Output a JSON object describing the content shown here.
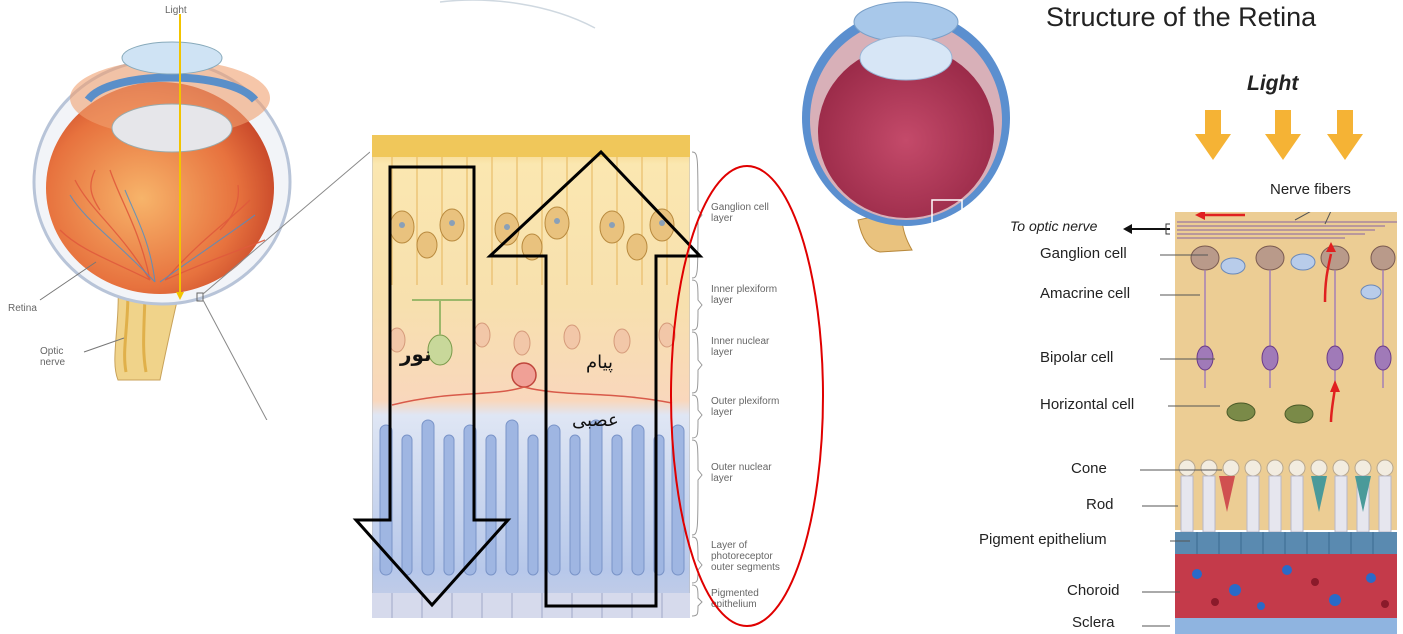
{
  "left_eye": {
    "light_label": "Light",
    "retina_label": "Retina",
    "optic_nerve_label": "Optic nerve"
  },
  "middle_section": {
    "layers": [
      {
        "label": "Ganglion cell layer"
      },
      {
        "label": "Inner plexiform layer"
      },
      {
        "label": "Inner nuclear layer"
      },
      {
        "label": "Outer plexiform layer"
      },
      {
        "label": "Outer nuclear layer"
      },
      {
        "label": "Layer of photoreceptor outer segments"
      },
      {
        "label": "Pigmented epithelium"
      }
    ],
    "down_arrow_label": "نور",
    "up_arrow_label_1": "پیام",
    "up_arrow_label_2": "عصبی"
  },
  "right_diagram": {
    "title": "Structure of the Retina",
    "light_label": "Light",
    "nerve_fibers_label": "Nerve fibers",
    "to_optic_nerve_label": "To optic nerve",
    "cell_labels": [
      "Ganglion cell",
      "Amacrine cell",
      "Bipolar cell",
      "Horizontal cell",
      "Cone",
      "Rod",
      "Pigment epithelium",
      "Choroid",
      "Sclera"
    ]
  },
  "colors": {
    "arrow_light": "#f5b335",
    "highlight_ellipse": "#e00000",
    "retina_background": "#eccd94",
    "choroid": "#c43a4a",
    "sclera": "#8fb4e0"
  }
}
